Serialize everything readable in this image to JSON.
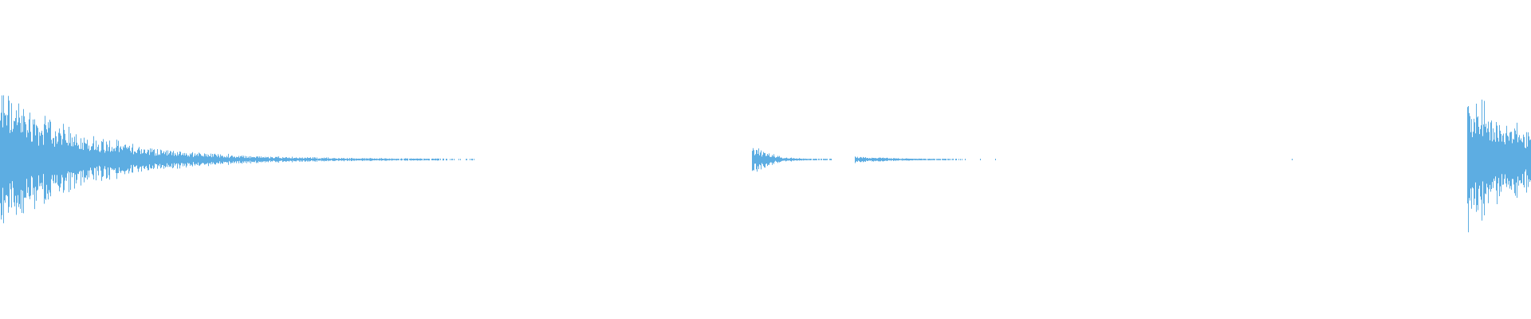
{
  "waveform": {
    "color": "#5dade2",
    "background": "#ffffff",
    "duration_fraction_events": [
      {
        "start": 0.0,
        "peak": 1.0,
        "decay": 0.055,
        "tail_end": 0.31
      },
      {
        "start": 0.491,
        "peak": 0.22,
        "decay": 0.012,
        "tail_end": 0.56
      },
      {
        "start": 0.558,
        "peak": 0.05,
        "decay": 0.03,
        "tail_end": 0.66
      },
      {
        "start": 0.958,
        "peak": 0.95,
        "decay": 0.05,
        "tail_end": 1.0
      }
    ],
    "sparse_ticks": [
      0.176,
      0.186,
      0.245,
      0.25,
      0.272,
      0.295,
      0.308,
      0.62,
      0.63,
      0.64,
      0.65,
      0.844
    ]
  }
}
